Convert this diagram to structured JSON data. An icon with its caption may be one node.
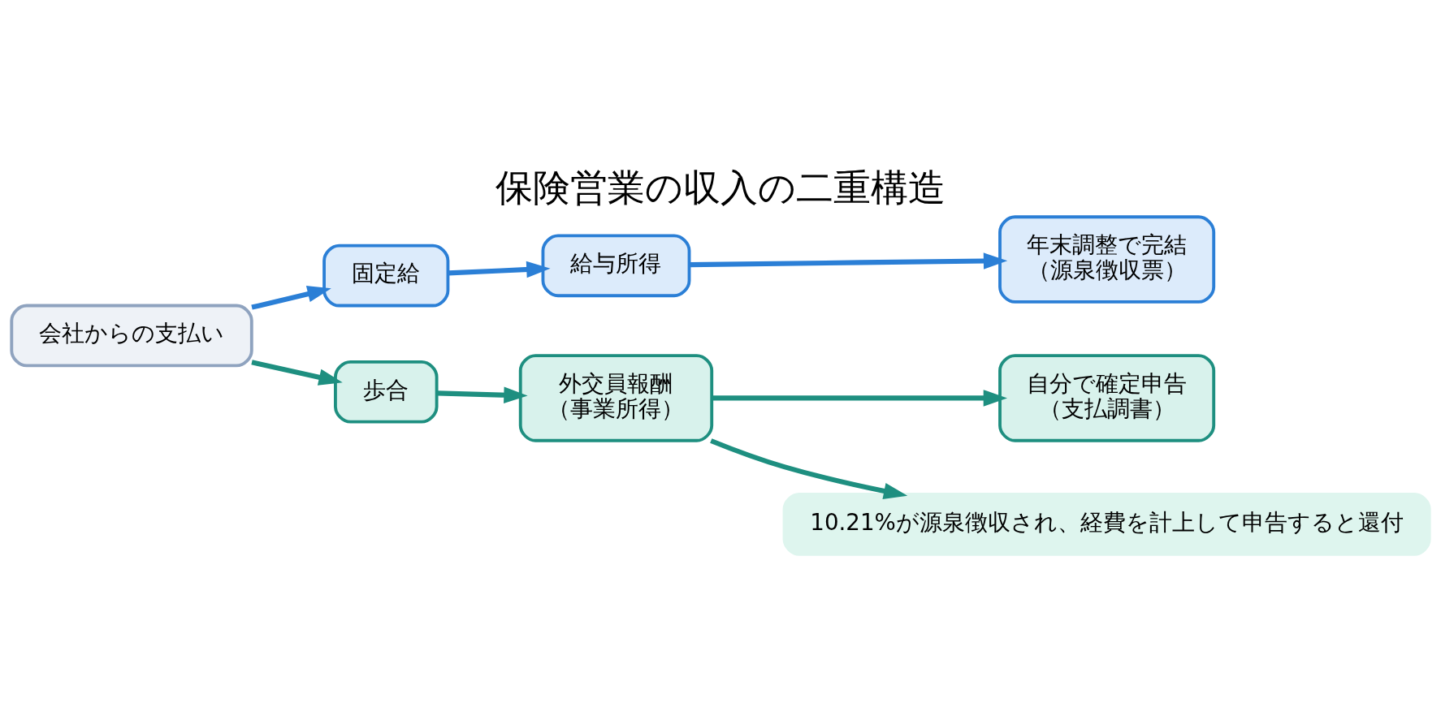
{
  "diagram": {
    "title": "保険営業の収入の二重構造",
    "nodes": [
      {
        "text": [
          "会社からの支払い"
        ]
      },
      {
        "text": [
          "固定給"
        ]
      },
      {
        "text": [
          "給与所得"
        ]
      },
      {
        "text": [
          "年末調整で完結",
          "（源泉徴収票）"
        ]
      },
      {
        "text": [
          "歩合"
        ]
      },
      {
        "text": [
          "外交員報酬",
          "（事業所得）"
        ]
      },
      {
        "text": [
          "自分で確定申告",
          "（支払調書）"
        ]
      },
      {
        "text": [
          "10.21%が源泉徴収され、経費を計上して申告すると還付"
        ]
      }
    ],
    "edges": [
      {
        "from": 0,
        "to": 1,
        "arrow": "to",
        "color": "#2b7fd6"
      },
      {
        "from": 0,
        "to": 4,
        "arrow": "to"
      },
      {
        "from": 1,
        "to": 2,
        "arrow": "to",
        "color": "#2b7fd6"
      },
      {
        "from": 2,
        "to": 3,
        "arrow": "to",
        "color": "#2b7fd6"
      },
      {
        "from": 4,
        "to": 5,
        "arrow": "to"
      },
      {
        "from": 5,
        "to": 6,
        "arrow": "to"
      },
      {
        "from": 5,
        "to": 7,
        "arrow": "to"
      }
    ]
  }
}
